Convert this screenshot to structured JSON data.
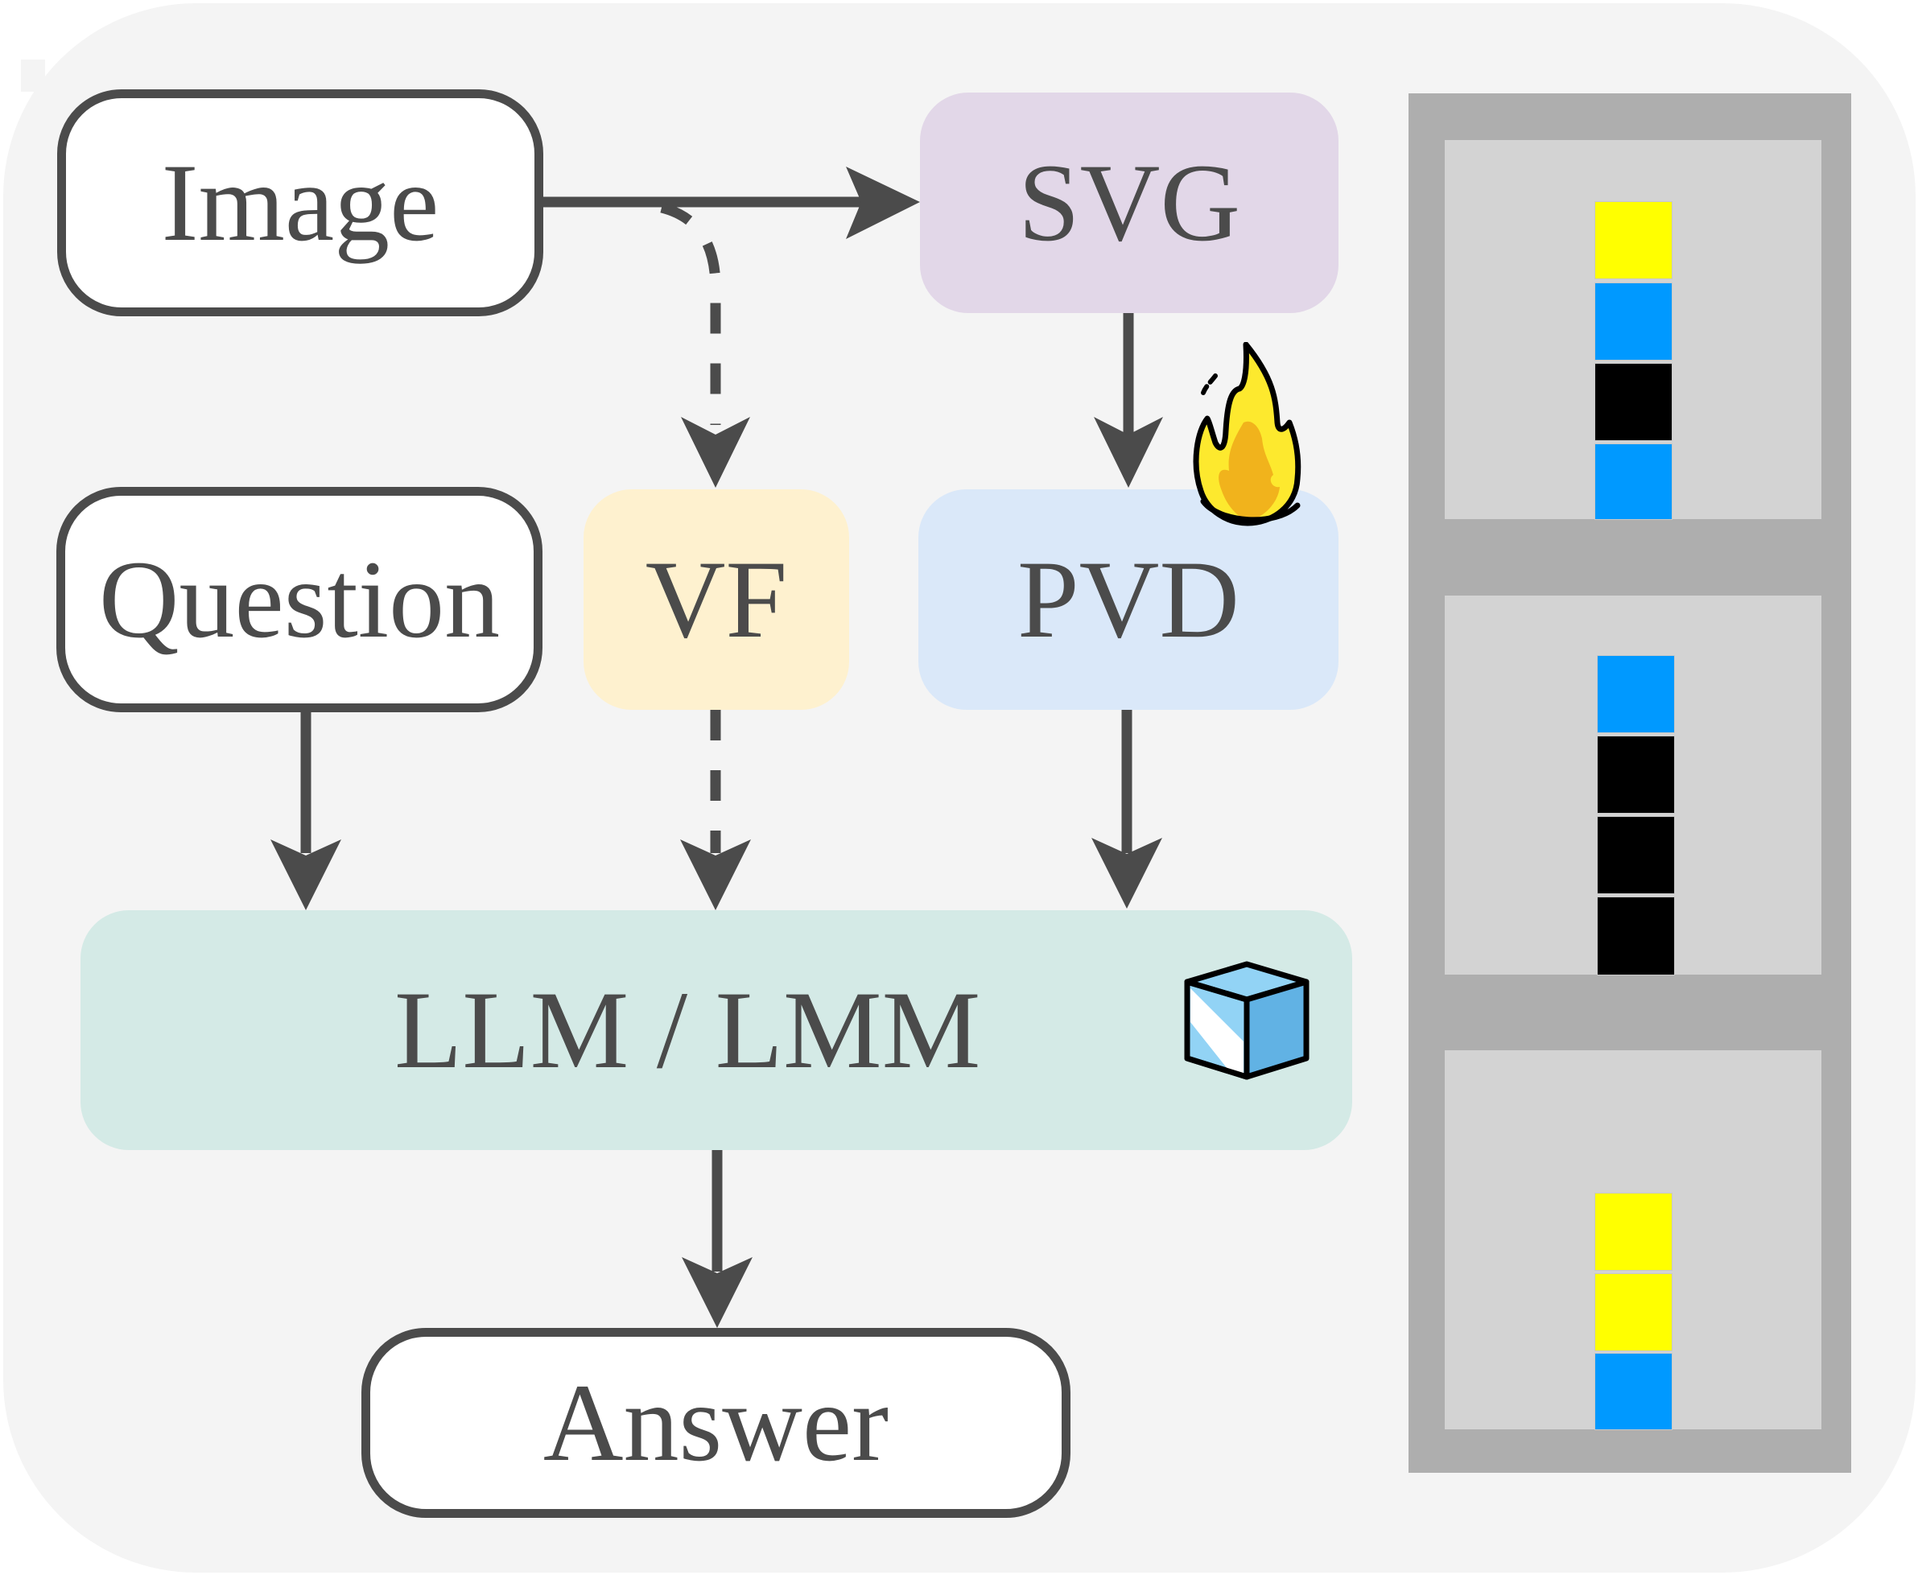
{
  "nodes": {
    "image": "Image",
    "svg": "SVG",
    "question": "Question",
    "vf": "VF",
    "pvd": "PVD",
    "llm": "LLM / LMM",
    "answer": "Answer"
  },
  "colors": {
    "svg_fill": "#e2d7e8",
    "vf_fill": "#fef1cf",
    "pvd_fill": "#dae8f9",
    "llm_fill": "#d4eae6",
    "stroke": "#4b4b4b",
    "panel_outer": "#aeaeae",
    "panel_inner": "#d3d3d3",
    "block_yellow": "#ffff00",
    "block_blue": "#0099ff",
    "block_black": "#000000"
  },
  "icons": {
    "pvd_badge": "fire-icon",
    "llm_badge": "ice-cube-icon"
  },
  "edges": [
    {
      "from": "Image",
      "to": "SVG",
      "style": "solid"
    },
    {
      "from": "Image",
      "to": "VF",
      "style": "dashed"
    },
    {
      "from": "SVG",
      "to": "PVD",
      "style": "solid"
    },
    {
      "from": "Question",
      "to": "LLM / LMM",
      "style": "solid"
    },
    {
      "from": "VF",
      "to": "LLM / LMM",
      "style": "dashed"
    },
    {
      "from": "PVD",
      "to": "LLM / LMM",
      "style": "solid"
    },
    {
      "from": "LLM / LMM",
      "to": "Answer",
      "style": "solid"
    }
  ],
  "example_panels": [
    {
      "blocks": [
        "yellow",
        "blue",
        "black",
        "blue"
      ]
    },
    {
      "blocks": [
        "blue",
        "black",
        "black",
        "black"
      ]
    },
    {
      "blocks": [
        "yellow",
        "yellow",
        "blue"
      ]
    }
  ]
}
